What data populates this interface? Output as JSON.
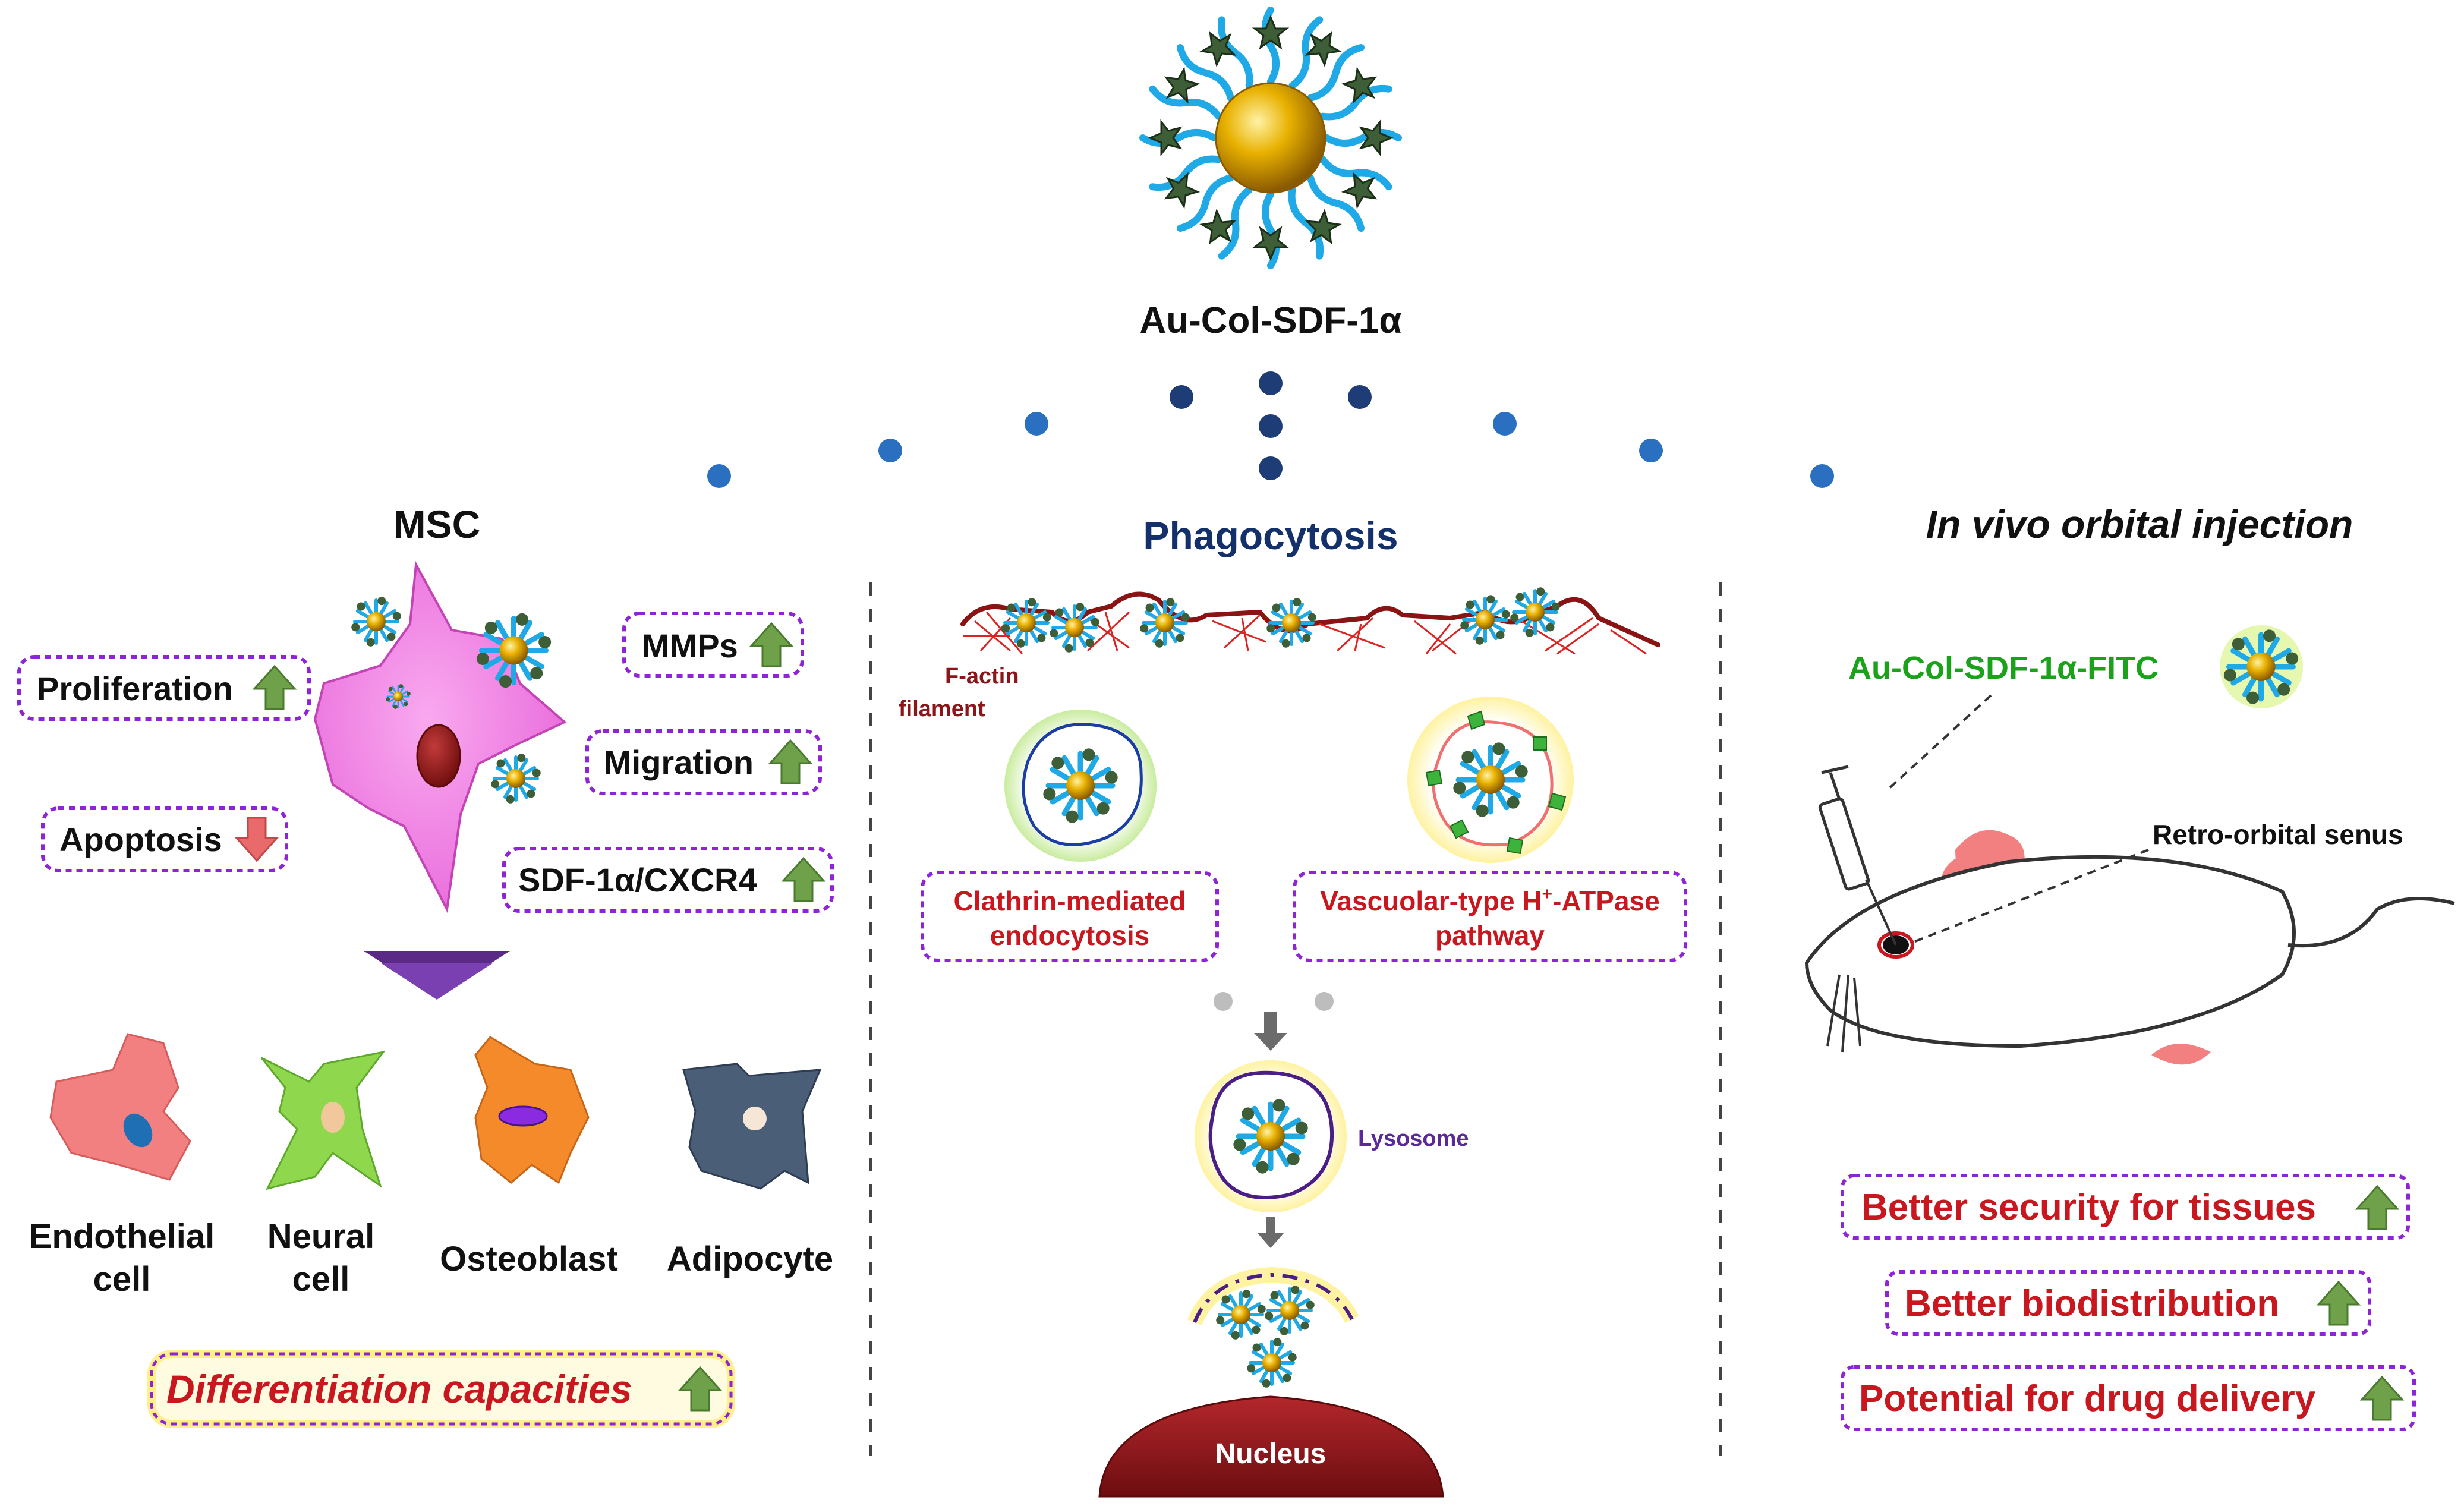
{
  "top": {
    "title": "Au-Col-SDF-1α"
  },
  "msc": {
    "title": "MSC",
    "labels": {
      "proliferation": "Proliferation",
      "apoptosis": "Apoptosis",
      "mmps": "MMPs",
      "migration": "Migration",
      "sdf": "SDF-1α/CXCR4"
    },
    "cells": {
      "endothelial_1": "Endothelial",
      "endothelial_2": "cell",
      "neural_1": "Neural",
      "neural_2": "cell",
      "osteoblast": "Osteoblast",
      "adipocyte": "Adipocyte"
    },
    "differentiation": "Differentiation capacities"
  },
  "phago": {
    "title": "Phagocytosis",
    "factin_1": "F-actin",
    "factin_2": "filament",
    "clathrin_1": "Clathrin-mediated",
    "clathrin_2": "endocytosis",
    "vtype_1": "Vascuolar-type H",
    "vtype_sup": "+",
    "vtype_2": "-ATPase",
    "vtype_3": "pathway",
    "lysosome": "Lysosome",
    "nucleus": "Nucleus"
  },
  "invivo": {
    "title": "In vivo orbital injection",
    "fitc": "Au-Col-SDF-1α-FITC",
    "retro": "Retro-orbital senus",
    "benefits": [
      "Better security for tissues",
      "Better biodistribution",
      "Potential for drug delivery"
    ]
  },
  "colors": {
    "gold": "#e0a400",
    "star": "#3d5e36",
    "ribbon": "#1fa9e6",
    "purple_box": "#8e24d6",
    "red_text": "#c8171e",
    "green_text": "#1aa31a",
    "navy": "#13306b",
    "up_arrow": "#6fa04a",
    "down_arrow": "#e86a6a",
    "nucleus": "#8b1519",
    "msc_cell": "#f07ae0"
  }
}
